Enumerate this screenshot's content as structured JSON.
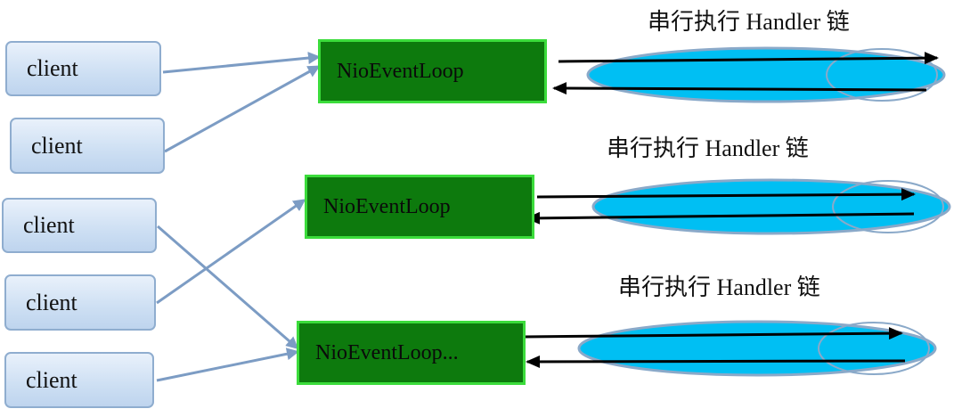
{
  "clients": [
    {
      "label": "client"
    },
    {
      "label": "client"
    },
    {
      "label": "client"
    },
    {
      "label": "client"
    },
    {
      "label": "client"
    }
  ],
  "event_loops": [
    {
      "label": "NioEventLoop"
    },
    {
      "label": "NioEventLoop"
    },
    {
      "label": "NioEventLoop..."
    }
  ],
  "chains": [
    {
      "label": "串行执行 Handler 链"
    },
    {
      "label": "串行执行 Handler 链"
    },
    {
      "label": "串行执行 Handler 链"
    }
  ],
  "connections": [
    {
      "from_client": 0,
      "to_loop": 0
    },
    {
      "from_client": 1,
      "to_loop": 0
    },
    {
      "from_client": 2,
      "to_loop": 2
    },
    {
      "from_client": 3,
      "to_loop": 1
    },
    {
      "from_client": 4,
      "to_loop": 2
    }
  ],
  "colors": {
    "client_border": "#8fadcf",
    "loop_fill": "#0d7a0d",
    "loop_border": "#3bdc3b",
    "pipeline_fill": "#00bff3",
    "pipeline_border": "#8aa9c9",
    "connector": "#7c9cc4",
    "arrow": "#000000"
  }
}
